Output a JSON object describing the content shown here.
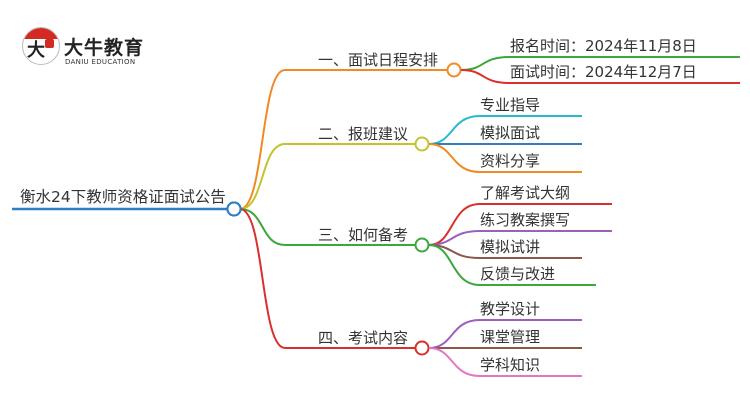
{
  "logo": {
    "name_cn": "大牛教育",
    "name_en": "DANIU EDUCATION",
    "badge_glyph": "大牛"
  },
  "root": {
    "label": "衡水24下教师资格证面试公告",
    "color": "#2e7ec1"
  },
  "branches": [
    {
      "label": "一、面试日程安排",
      "color": "#f08a24",
      "children": [
        {
          "label": "报名时间：2024年11月8日",
          "color": "#3aa83a"
        },
        {
          "label": "面试时间：2024年12月7日",
          "color": "#d9302c"
        }
      ]
    },
    {
      "label": "二、报班建议",
      "color": "#c2c42c",
      "children": [
        {
          "label": "专业指导",
          "color": "#29b8d0"
        },
        {
          "label": "模拟面试",
          "color": "#2e7ec1"
        },
        {
          "label": "资料分享",
          "color": "#f08a24"
        }
      ]
    },
    {
      "label": "三、如何备考",
      "color": "#3aa83a",
      "children": [
        {
          "label": "了解考试大纲",
          "color": "#d9302c"
        },
        {
          "label": "练习教案撰写",
          "color": "#9b5fc0"
        },
        {
          "label": "模拟试讲",
          "color": "#8c564b"
        },
        {
          "label": "反馈与改进",
          "color": "#3aa83a"
        }
      ]
    },
    {
      "label": "四、考试内容",
      "color": "#d9302c",
      "children": [
        {
          "label": "教学设计",
          "color": "#9b5fc0"
        },
        {
          "label": "课堂管理",
          "color": "#8c564b"
        },
        {
          "label": "学科知识",
          "color": "#e377c2"
        }
      ]
    }
  ]
}
